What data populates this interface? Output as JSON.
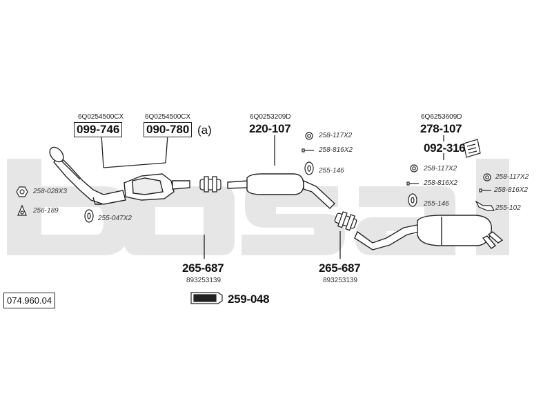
{
  "diagram": {
    "reference": "074.960.04",
    "watermark": "bosal",
    "labels": {
      "oem_cat_1": "6Q0254500CX",
      "oem_cat_2": "6Q0254500CX",
      "oem_front_pipe": "6Q0253209D",
      "oem_rear_silencer": "6Q6253609D",
      "part_099_746": "099-746",
      "part_090_780": "090-780",
      "part_090_780_suffix": "(a)",
      "part_220_107": "220-107",
      "part_278_107": "278-107",
      "part_092_316": "092-316",
      "part_265_687_a": "265-687",
      "part_265_687_b": "265-687",
      "sub_893253139_a": "893253139",
      "sub_893253139_b": "893253139",
      "part_259_048": "259-048",
      "hw_258_028x3": "258-028X3",
      "hw_256_189": "256-189",
      "hw_255_047x2": "255-047X2",
      "hw_258_117x2_a": "258-117X2",
      "hw_258_816x2_a": "258-816X2",
      "hw_255_146_a": "255-146",
      "hw_258_117x2_b": "258-117X2",
      "hw_258_816x2_b": "258-816X2",
      "hw_255_146_b": "255-146",
      "hw_258_117x2_c": "258-117X2",
      "hw_258_816x2_c": "258-816X2",
      "hw_255_102": "255-102"
    },
    "colors": {
      "ink": "#222222",
      "watermark": "#e6e6e6"
    }
  }
}
